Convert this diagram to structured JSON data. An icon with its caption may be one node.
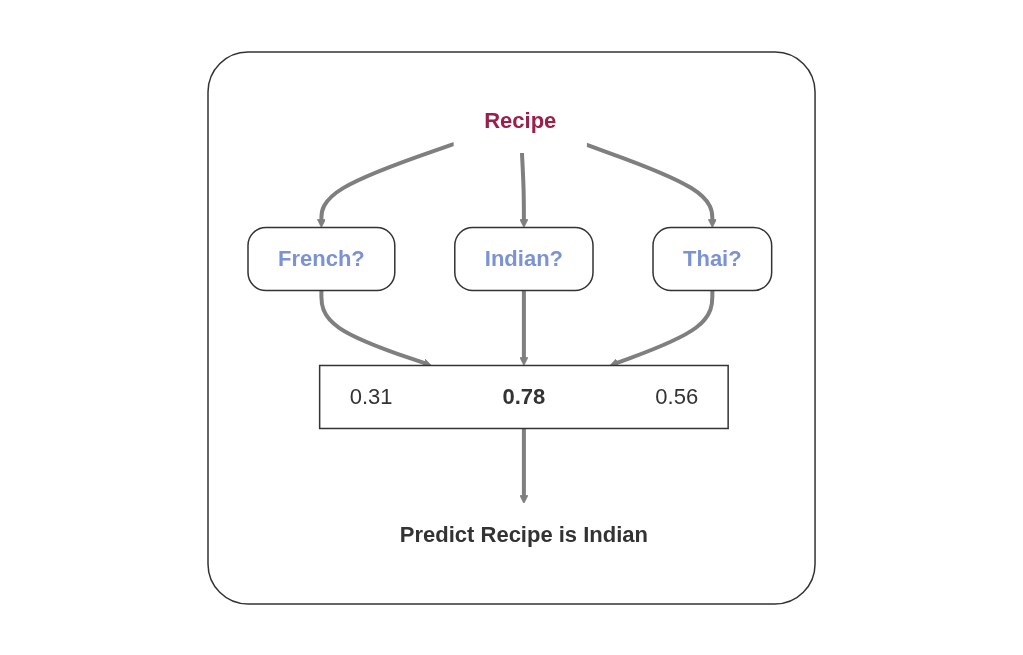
{
  "diagram": {
    "nodes": [
      {
        "text": [],
        "shape": "box"
      },
      {
        "text": [
          "Recipe"
        ],
        "in": 0
      },
      {
        "text": [
          "French?"
        ],
        "in": 0
      },
      {
        "text": [
          "Indian?"
        ],
        "in": 0
      },
      {
        "text": [
          "Thai?"
        ],
        "in": 0
      },
      {
        "text": [
          "0.31",
          "0.78",
          "0.56"
        ],
        "in": 0
      },
      {
        "text": [
          "Predict Recipe is Indian"
        ],
        "in": 0
      }
    ],
    "edges": [
      {
        "from": 1,
        "to": 2,
        "arrow": "to"
      },
      {
        "from": 1,
        "to": 3,
        "arrow": "to"
      },
      {
        "from": 1,
        "to": 4,
        "arrow": "to"
      },
      {
        "from": 2,
        "to": 5,
        "arrow": "to"
      },
      {
        "from": 3,
        "to": 5,
        "arrow": "to"
      },
      {
        "from": 4,
        "to": 5,
        "arrow": "to"
      },
      {
        "from": 5,
        "to": 6,
        "arrow": "to"
      }
    ]
  }
}
